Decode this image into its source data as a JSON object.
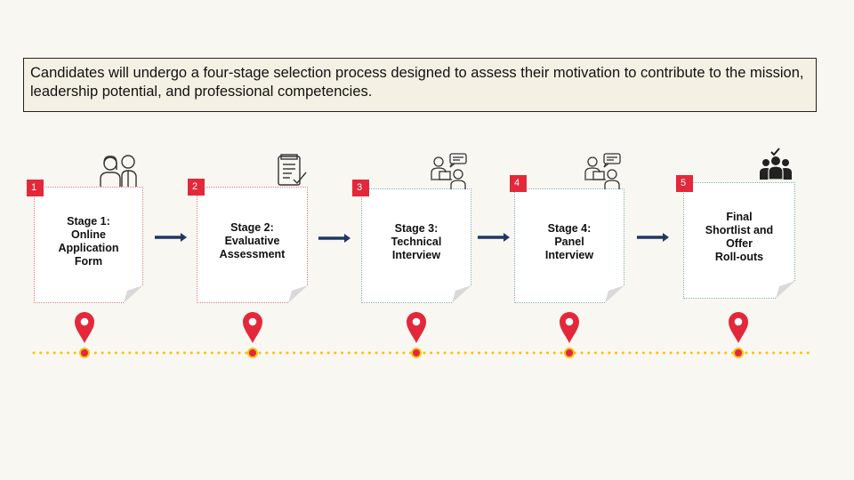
{
  "intro": {
    "text": "Candidates will undergo a four-stage selection process designed to assess their motivation to contribute to the mission, leadership potential, and professional competencies."
  },
  "stages": [
    {
      "number": "1",
      "label": "Stage 1:\nOnline\nApplication\nForm",
      "icon": "two-candidates-icon"
    },
    {
      "number": "2",
      "label": "Stage 2:\nEvaluative\nAssessment",
      "icon": "checklist-document-icon"
    },
    {
      "number": "3",
      "label": "Stage 3:\nTechnical\nInterview",
      "icon": "interview-icon"
    },
    {
      "number": "4",
      "label": "Stage 4:\nPanel\nInterview",
      "icon": "interview-icon"
    },
    {
      "number": "5",
      "label": "Final\nShortlist and\nOffer\nRoll-outs",
      "icon": "group-check-icon"
    }
  ],
  "colors": {
    "badge": "#e3283a",
    "arrow": "#1f3864",
    "pin": "#e3283a",
    "timeline_dot": "#f6c21a"
  }
}
